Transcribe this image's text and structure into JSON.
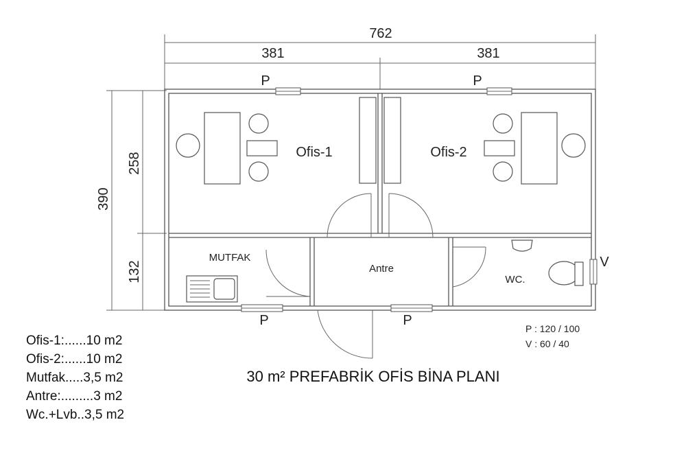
{
  "dimensions": {
    "total_width": "762",
    "left_width": "381",
    "right_width": "381",
    "total_height": "390",
    "upper_height": "258",
    "lower_height": "132"
  },
  "rooms": {
    "office1": "Ofis-1",
    "office2": "Ofis-2",
    "kitchen": "MUTFAK",
    "hall": "Antre",
    "wc": "WC."
  },
  "markers": {
    "door": "P",
    "window": "V"
  },
  "openings": {
    "door_size": "P : 120 / 100",
    "window_size": "V : 60 / 40"
  },
  "areas": [
    "Ofis-1:......10 m2",
    "Ofis-2:......10 m2",
    "Mutfak.....3,5 m2",
    "Antre:.........3 m2",
    "Wc.+Lvb..3,5 m2"
  ],
  "title": "30 m² PREFABRİK OFİS BİNA PLANI"
}
